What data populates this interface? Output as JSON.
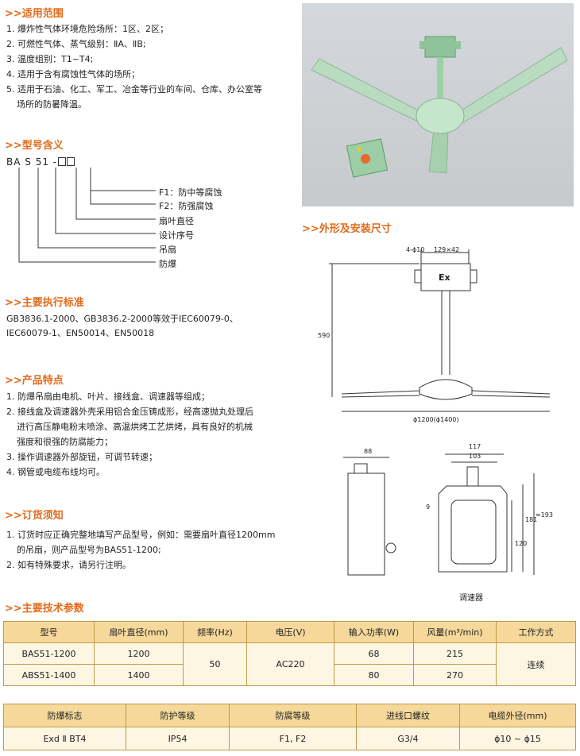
{
  "scope": {
    "title": ">>适用范围",
    "items": [
      "1. 爆炸性气体环境危险场所：1区、2区；",
      "2. 可燃性气体、蒸气级别：ⅡA、ⅡB;",
      "3. 温度组别：T1~T4;",
      "4. 适用于含有腐蚀性气体的场所；",
      "5. 适用于石油、化工、军工、冶金等行业的车间、仓库、办公室等",
      "场所的防暑降温。"
    ]
  },
  "model": {
    "title": ">>型号含义",
    "code": "BA S 51 -",
    "labels": [
      "F1：防中等腐蚀",
      "F2：防强腐蚀",
      "扇叶直径",
      "设计序号",
      "吊扇",
      "防爆"
    ]
  },
  "standards": {
    "title": ">>主要执行标准",
    "lines": [
      "GB3836.1-2000、GB3836.2-2000等效于IEC60079-0、",
      "IEC60079-1、EN50014、EN50018"
    ]
  },
  "features": {
    "title": ">>产品特点",
    "items": [
      "1. 防爆吊扇由电机、叶片、接线盒、调速器等组成；",
      "2. 接线盒及调速器外壳采用铝合金压铸成形，经高速抛丸处理后",
      "进行高压静电粉末喷涂、高温烘烤工艺烘烤，具有良好的机械",
      "强度和很强的防腐能力；",
      "3. 操作调速器外部旋钮，可调节转速；",
      "4. 钢管或电缆布线均可。"
    ]
  },
  "ordering": {
    "title": ">>订货须知",
    "items": [
      "1. 订货时应正确完整地填写产品型号，例如：需要扇叶直径1200mm",
      "的吊扇，则产品型号为BAS51-1200;",
      "2. 如有特殊要求，请另行注明。"
    ]
  },
  "drawing": {
    "title": ">>外形及安装尺寸",
    "dims": {
      "holes": "4-ϕ10",
      "box": "129×42",
      "ex": "Ex",
      "height": "590",
      "diameter": "ϕ1200(ϕ1400)",
      "w88": "88",
      "w117": "117",
      "w103": "103",
      "h9": "9",
      "h120": "120",
      "h181": "181",
      "h193": "≈193",
      "caption": "调速器"
    }
  },
  "params": {
    "title": ">>主要技术参数",
    "headers": [
      "型号",
      "扇叶直径(mm)",
      "频率(Hz)",
      "电压(V)",
      "输入功率(W)",
      "风量(m³/min)",
      "工作方式"
    ],
    "rows": [
      [
        "BAS51-1200",
        "1200",
        "68",
        "215"
      ],
      [
        "ABS51-1400",
        "1400",
        "80",
        "270"
      ]
    ],
    "freq": "50",
    "voltage": "AC220",
    "mode": "连续",
    "headers2": [
      "防爆标志",
      "防护等级",
      "防腐等级",
      "进线口螺纹",
      "电缆外径(mm)"
    ],
    "row2": [
      "Exd Ⅱ BT4",
      "IP54",
      "F1, F2",
      "G3/4",
      "ϕ10 ~ ϕ15"
    ]
  }
}
